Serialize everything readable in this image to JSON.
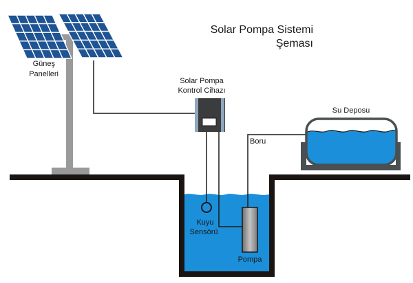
{
  "title": {
    "line1": "Solar Pompa Sistemi",
    "line2": "Şeması"
  },
  "labels": {
    "panels_line1": "Güneş",
    "panels_line2": "Panelleri",
    "controller_line1": "Solar Pompa",
    "controller_line2": "Kontrol Cihazı",
    "tank": "Su Deposu",
    "pipe": "Boru",
    "sensor_line1": "Kuyu",
    "sensor_line2": "Sensörü",
    "pump": "Pompa"
  },
  "colors": {
    "panel_blue": "#1f5494",
    "panel_grid": "#ffffff",
    "pole_gray": "#9a9a9a",
    "ground_black": "#1a1512",
    "water_blue": "#1b8fd9",
    "controller_dark": "#3a3c3e",
    "controller_side": "#8fa6bd",
    "tank_frame": "#4a4f52",
    "pump_gray": "#8c8c8c",
    "wire": "#1a1a1a"
  }
}
